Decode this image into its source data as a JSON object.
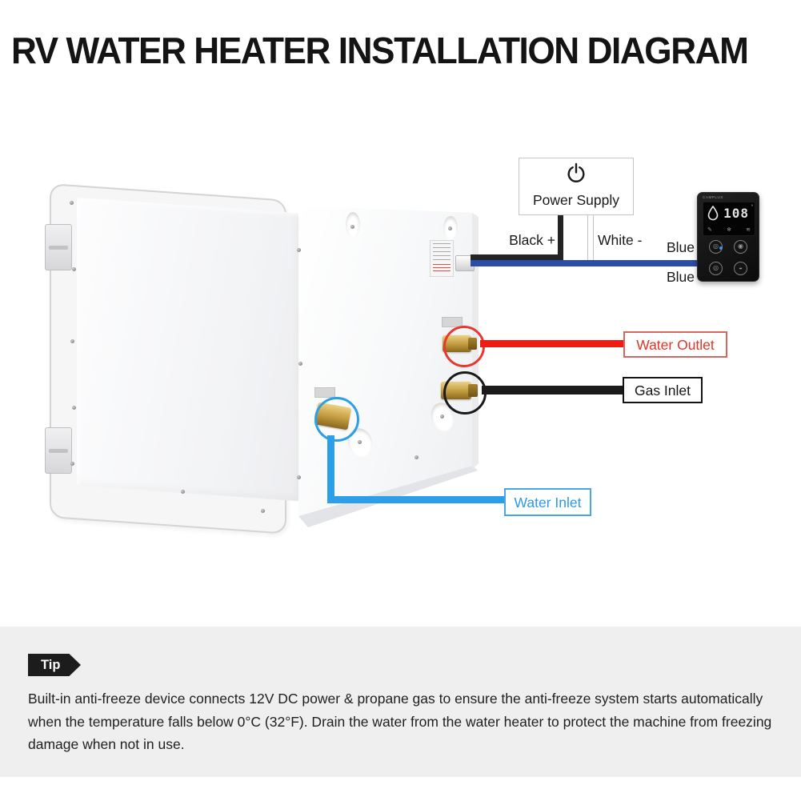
{
  "title": "RV WATER HEATER INSTALLATION DIAGRAM",
  "power_supply": {
    "label": "Power Supply"
  },
  "wire_labels": {
    "black": "Black +",
    "white": "White -",
    "blue_top": "Blue",
    "blue_bottom": "Blue"
  },
  "ports": {
    "water_outlet": {
      "label": "Water Outlet",
      "color": "#e23527"
    },
    "gas_inlet": {
      "label": "Gas Inlet",
      "color": "#141414"
    },
    "water_inlet": {
      "label": "Water Inlet",
      "color": "#2d98e8"
    }
  },
  "control_panel": {
    "brand": "CAMPLUX",
    "display_value": "108",
    "degree_mark": "°",
    "icon_glyphs": {
      "brush": "✎",
      "snowflake": "❄",
      "blower": "≋"
    },
    "button_glyphs": {
      "top_left": "◎",
      "top_right": "◉",
      "bottom_left": "◎",
      "bottom_right": "◒"
    },
    "indicator_color": "#3e8fe8"
  },
  "tip": {
    "badge": "Tip",
    "text": "Built-in anti-freeze device connects 12V DC power & propane gas to ensure the anti-freeze system starts automatically when the temperature falls below 0°C (32°F). Drain the water from the water heater to protect the machine from freezing damage when not in use."
  },
  "colors": {
    "wire_black": "#242424",
    "wire_white": "#fdfdfd",
    "wire_blue": "#2b4da6",
    "outlet_red": "#ee1c15",
    "inlet_blue": "#2d9fe8",
    "tip_bg": "#efefef"
  }
}
